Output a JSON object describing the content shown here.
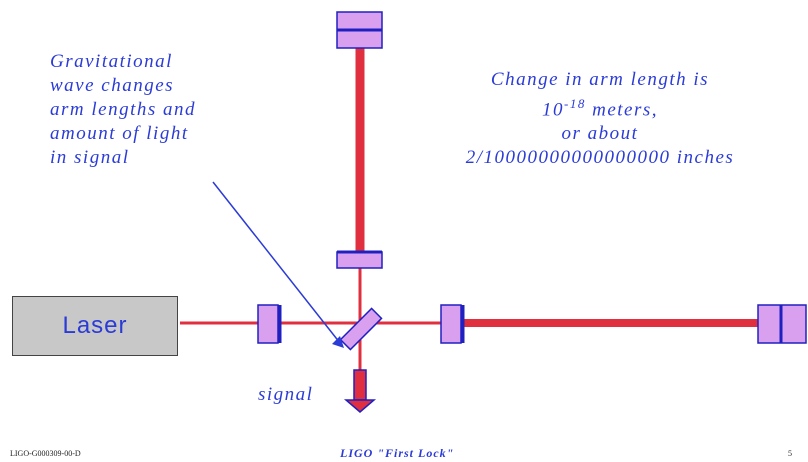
{
  "left_note": [
    "Gravitational",
    "wave  changes",
    "arm lengths and",
    "amount of light",
    "in signal"
  ],
  "right_note": [
    "Change in arm length is",
    "10",
    "-18",
    " meters,",
    "or about",
    "2/10000000000000000 inches"
  ],
  "laser_label": "Laser",
  "signal_label": "signal",
  "footer": {
    "left": "LIGO-G000309-00-D",
    "center": "LIGO \"First Lock\"",
    "right": "5"
  },
  "colors": {
    "text": "#2b3bd6",
    "beam": "#e03040",
    "mirror_fill": "#d9a0f0",
    "mirror_edge": "#2020c0",
    "laser_fill": "#c8c8c8"
  }
}
